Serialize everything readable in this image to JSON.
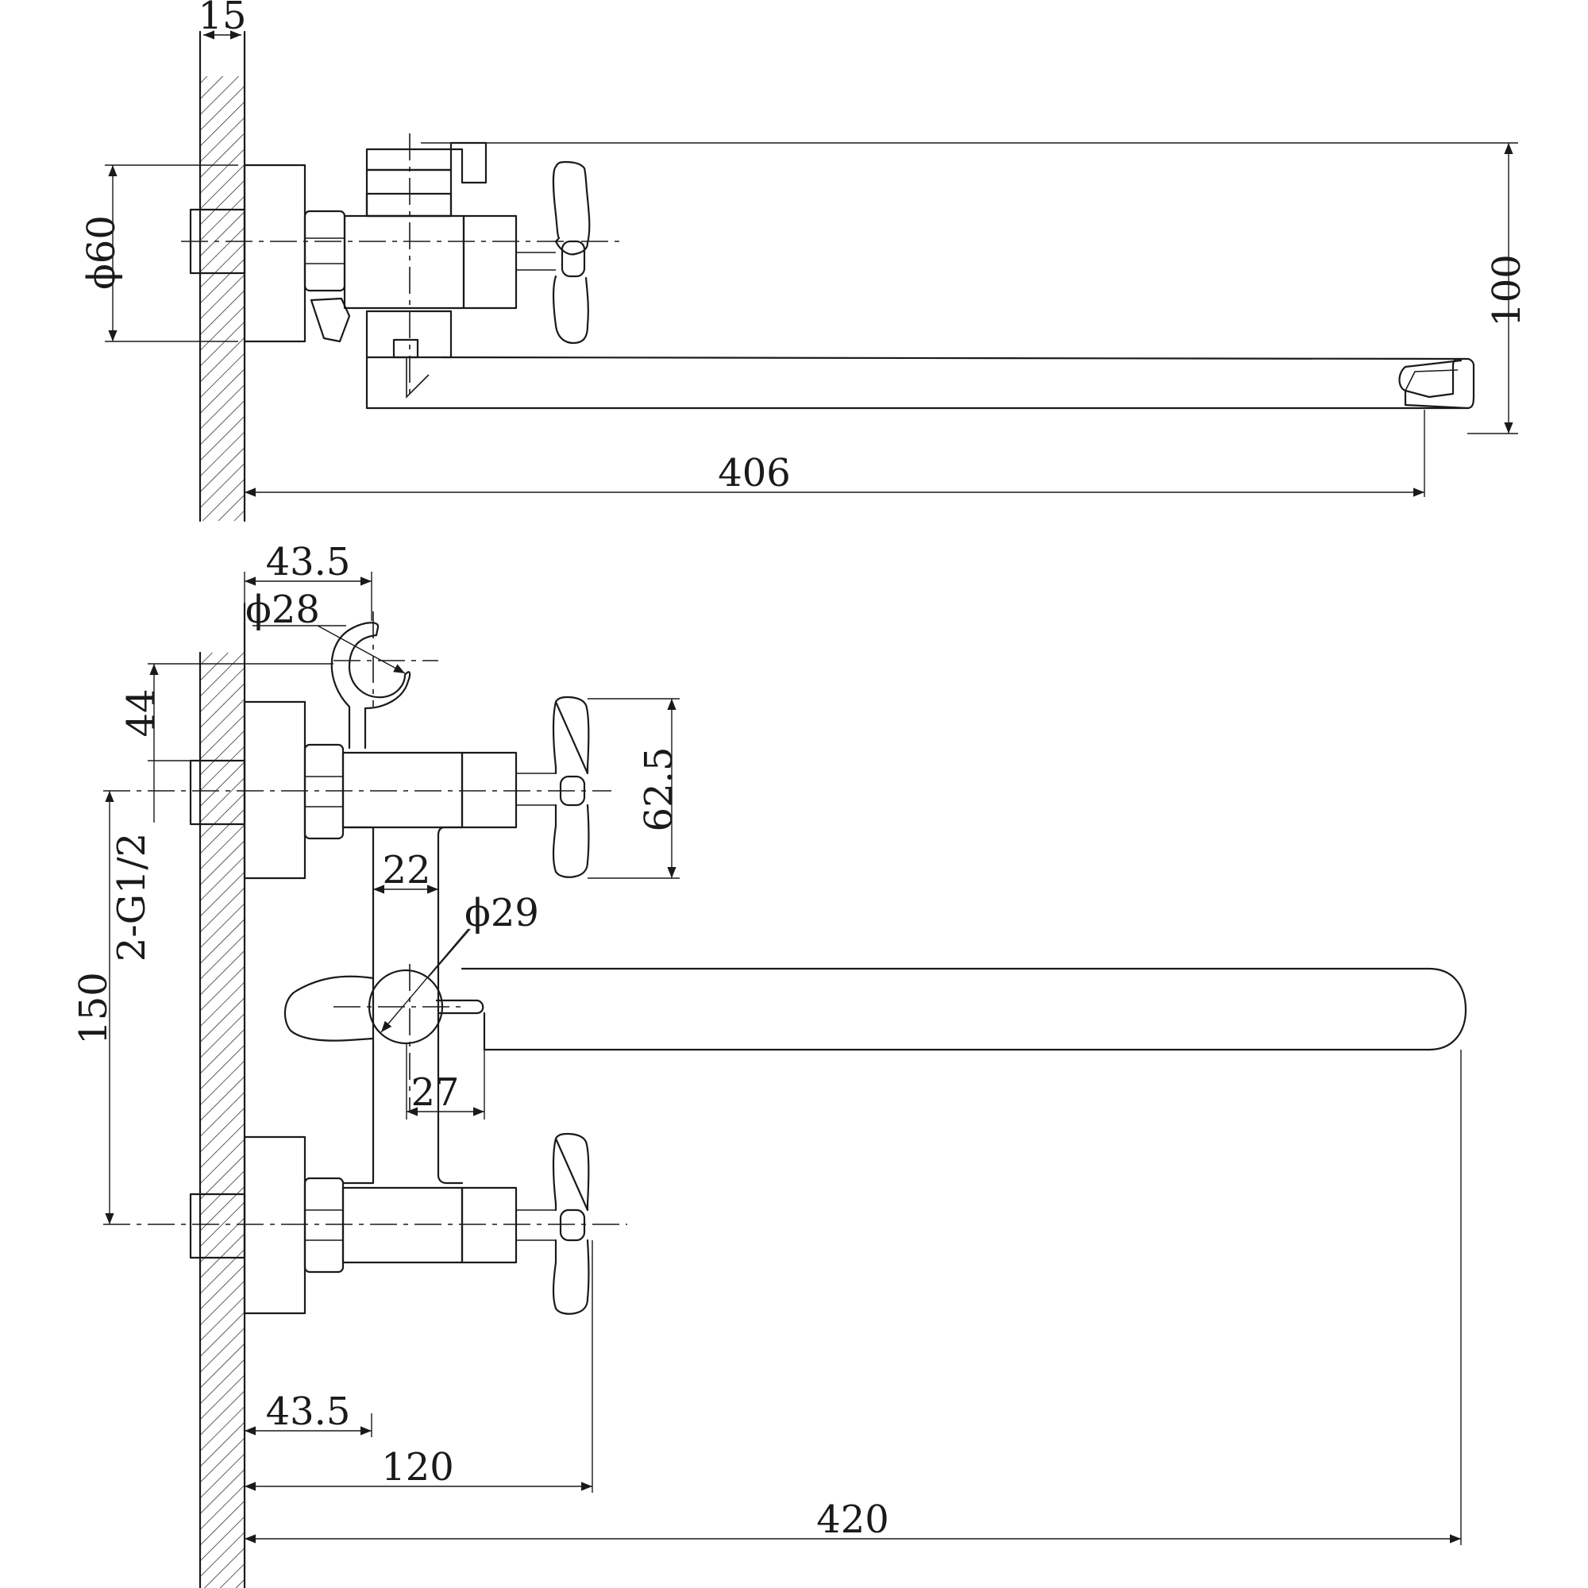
{
  "top_view": {
    "wall_thickness": "15",
    "flange_diameter": "ϕ60",
    "height_to_spout": "100",
    "spout_reach": "406"
  },
  "front_view": {
    "hook_offset": "43.5",
    "hook_diameter": "ϕ28",
    "hook_height": "44",
    "thread_size": "2-G1/2",
    "handle_height": "62.5",
    "body_width": "22",
    "diverter_diameter": "ϕ29",
    "diverter_offset": "27",
    "inlet_spacing": "150",
    "valve_offset": "43.5",
    "handle_reach": "120",
    "spout_length": "420"
  }
}
